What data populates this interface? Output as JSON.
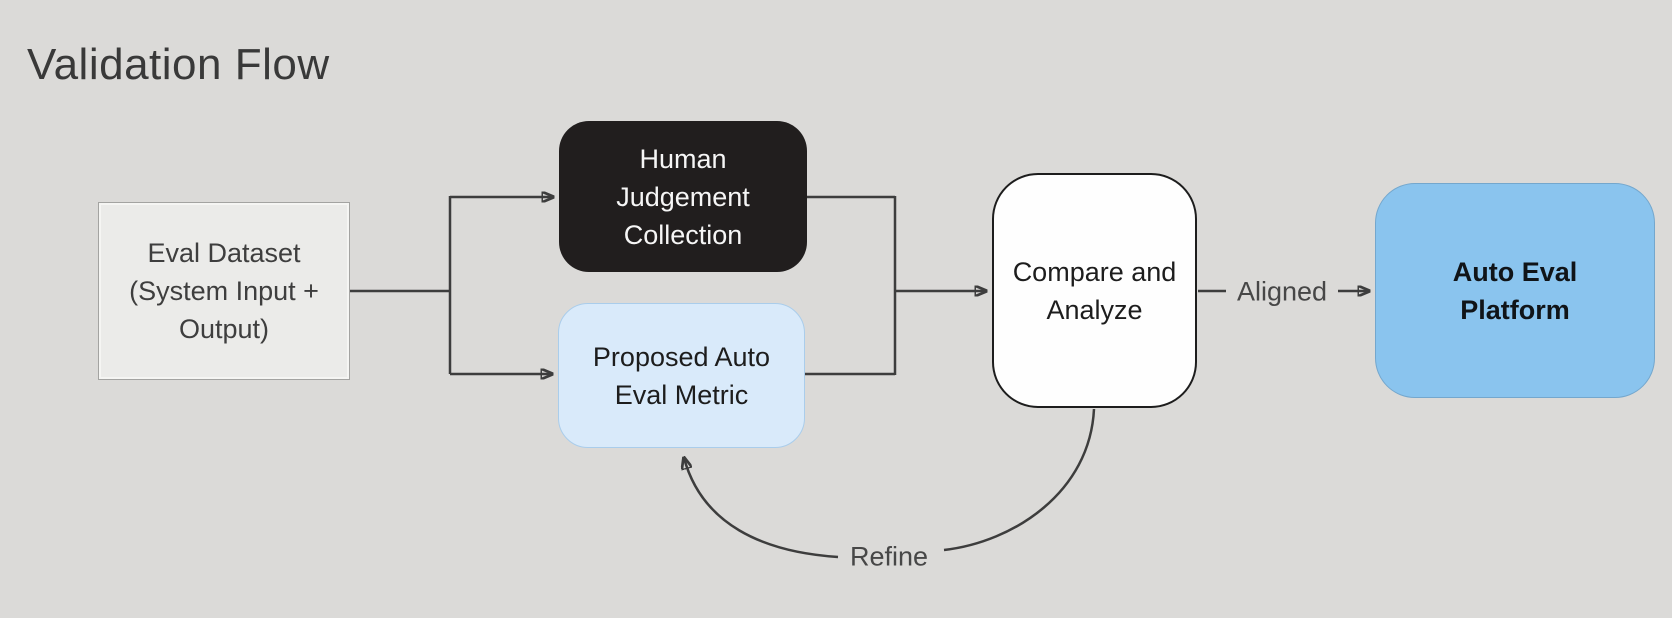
{
  "title": "Validation Flow",
  "nodes": {
    "eval_dataset": {
      "lines": [
        "Eval Dataset",
        "(System Input +",
        "Output)"
      ]
    },
    "human_judgement": {
      "lines": [
        "Human",
        "Judgement",
        "Collection"
      ]
    },
    "proposed_metric": {
      "lines": [
        "Proposed Auto",
        "Eval Metric"
      ]
    },
    "compare_analyze": {
      "lines": [
        "Compare and",
        "Analyze"
      ]
    },
    "auto_eval_platform": {
      "lines": [
        "Auto Eval",
        "Platform"
      ]
    }
  },
  "edge_labels": {
    "aligned": "Aligned",
    "refine": "Refine"
  },
  "colors": {
    "background": "#dbdad8",
    "node_gray_fill": "#ebebe9",
    "node_gray_border": "#a3a3a1",
    "node_black_fill": "#211e1e",
    "node_light_blue_fill": "#d9eafa",
    "node_light_blue_border": "#aacdeb",
    "node_white_fill": "#fefefe",
    "node_white_border": "#1d1d1d",
    "node_blue_fill": "#8ac4ee",
    "node_blue_border": "#74a7cd",
    "connector": "#3d3d3d",
    "title_text": "#393939",
    "dark_text": "#1d1d1d",
    "light_text": "#f6f6f6"
  }
}
